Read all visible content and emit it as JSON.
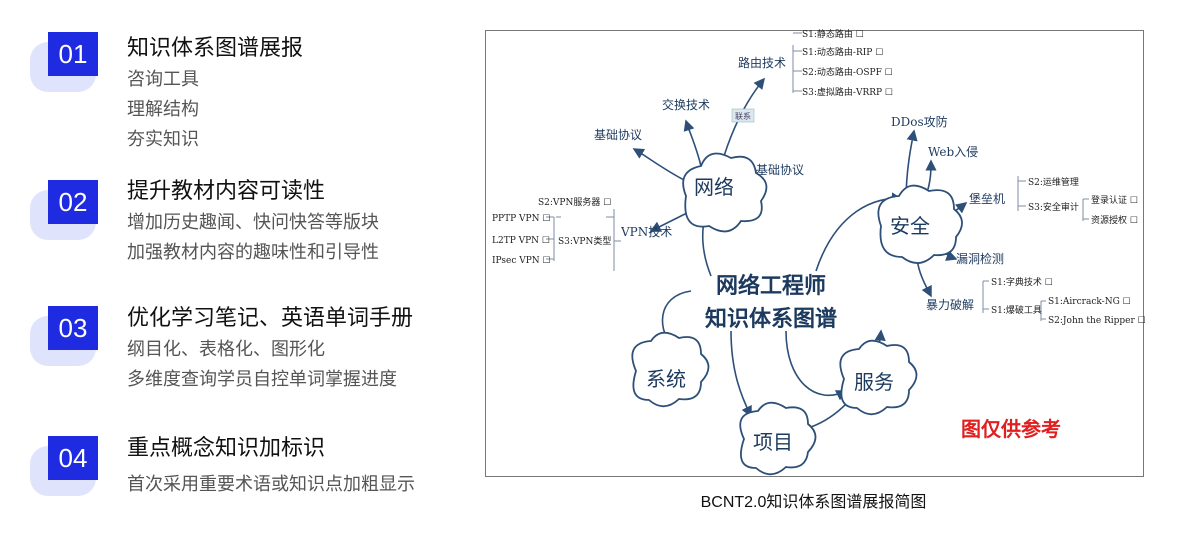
{
  "items": [
    {
      "num": "01",
      "title": "知识体系图谱展报",
      "lines": [
        "咨询工具",
        "理解结构",
        "夯实知识"
      ]
    },
    {
      "num": "02",
      "title": "提升教材内容可读性",
      "lines": [
        "增加历史趣闻、快问快答等版块",
        "加强教材内容的趣味性和引导性"
      ]
    },
    {
      "num": "03",
      "title": "优化学习笔记、英语单词手册",
      "lines": [
        "纲目化、表格化、图形化",
        "多维度查询学员自控单词掌握进度"
      ]
    },
    {
      "num": "04",
      "title": "重点概念知识加标识",
      "lines": [
        "首次采用重要术语或知识点加粗显示"
      ]
    }
  ],
  "map": {
    "center": [
      "网络工程师",
      "知识体系图谱"
    ],
    "hubs": {
      "network": "网络",
      "security": "安全",
      "system": "系统",
      "project": "项目",
      "service": "服务"
    },
    "network": {
      "routing": "路由技术",
      "routing_items": [
        "S1:静态路由 ☐",
        "S1:动态路由-RIP ☐",
        "S2:动态路由-OSPF ☐",
        "S3:虚拟路由-VRRP ☐"
      ],
      "switching": "交换技术",
      "link_tag": "联系",
      "basic1": "基础协议",
      "basic2": "基础协议",
      "vpn": "VPN技术",
      "vpn_server": "S2:VPN服务器 ☐",
      "vpn_type": "S3:VPN类型",
      "vpn_items": [
        "PPTP VPN ☐",
        "L2TP VPN ☐",
        "IPsec VPN ☐"
      ]
    },
    "security": {
      "ddos": "DDos攻防",
      "web": "Web入侵",
      "bastion": "堡垒机",
      "bastion_items": [
        "S2:运维管理",
        "S3:安全审计"
      ],
      "audit_items": [
        "登录认证 ☐",
        "资源授权 ☐"
      ],
      "vuln": "漏洞检测",
      "brute": "暴力破解",
      "brute_items": [
        "S1:字典技术 ☐",
        "S1:爆破工具"
      ],
      "tool_items": [
        "S1:Aircrack-NG ☐",
        "S2:John the Ripper ☐"
      ]
    },
    "note": "图仅供参考"
  },
  "caption": "BCNT2.0知识体系图谱展报简图",
  "colors": {
    "badge": "#1f2be0",
    "badge_shadow": "#dfe3fb",
    "node_text": "#1c3a5e",
    "line": "#2d4f78",
    "note": "#e02020"
  }
}
